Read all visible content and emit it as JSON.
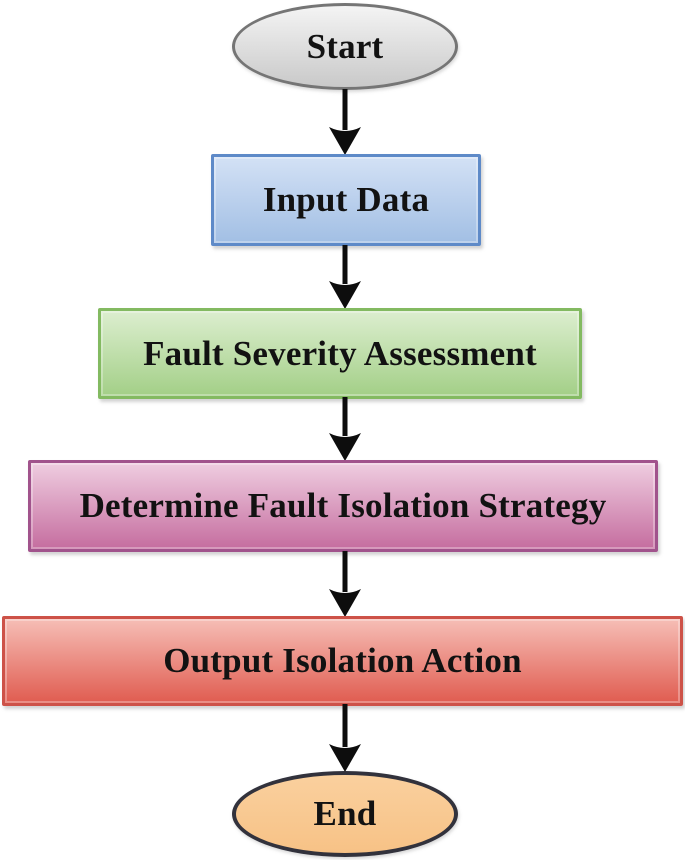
{
  "diagram": {
    "type": "flowchart",
    "direction": "top-down"
  },
  "colors": {
    "background": "#ffffff",
    "text": "#121212",
    "arrow": "#0d0d0d"
  },
  "nodes": [
    {
      "id": "start",
      "shape": "ellipse",
      "label": "Start",
      "fill_top": "#f4f4f4",
      "fill_bottom": "#c9c9c9",
      "border": "#757575"
    },
    {
      "id": "input-data",
      "shape": "rect",
      "label": "Input Data",
      "fill_top": "#d3e1f5",
      "fill_bottom": "#a2bfe4",
      "border": "#5e8ac8"
    },
    {
      "id": "fault-severity-assessment",
      "shape": "rect",
      "label": "Fault Severity Assessment",
      "fill_top": "#dcEEcf",
      "fill_bottom": "#a3cf87",
      "border": "#83ba61"
    },
    {
      "id": "determine-fault-isolation-strategy",
      "shape": "rect",
      "label": "Determine Fault Isolation Strategy",
      "fill_top": "#efcde0",
      "fill_bottom": "#c56d9f",
      "border": "#a1538c"
    },
    {
      "id": "output-isolation-action",
      "shape": "rect",
      "label": "Output Isolation Action",
      "fill_top": "#f6beb6",
      "fill_bottom": "#e05c50",
      "border": "#cd5248"
    },
    {
      "id": "end",
      "shape": "ellipse",
      "label": "End",
      "fill_top": "#fad09e",
      "fill_bottom": "#f7c286",
      "border": "#32323c"
    }
  ],
  "edges": [
    {
      "from": "start",
      "to": "input-data"
    },
    {
      "from": "input-data",
      "to": "fault-severity-assessment"
    },
    {
      "from": "fault-severity-assessment",
      "to": "determine-fault-isolation-strategy"
    },
    {
      "from": "determine-fault-isolation-strategy",
      "to": "output-isolation-action"
    },
    {
      "from": "output-isolation-action",
      "to": "end"
    }
  ]
}
